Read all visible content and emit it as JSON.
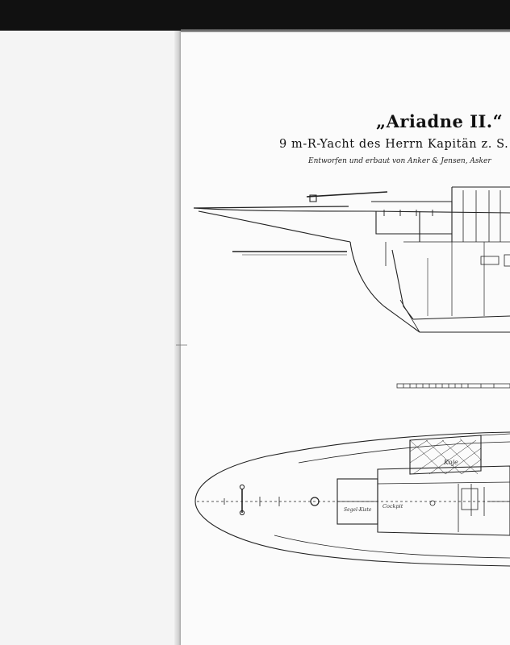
{
  "document": {
    "title": "„Ariadne II.“",
    "subtitle": "9 m-R-Yacht des Herrn Kapitän z. S.",
    "credit": "Entworfen und erbaut von Anker & Jensen, Asker"
  },
  "plan_labels": {
    "label_a": "Koje",
    "label_b": "Segel-Kiste",
    "label_c": "Cockpit"
  }
}
